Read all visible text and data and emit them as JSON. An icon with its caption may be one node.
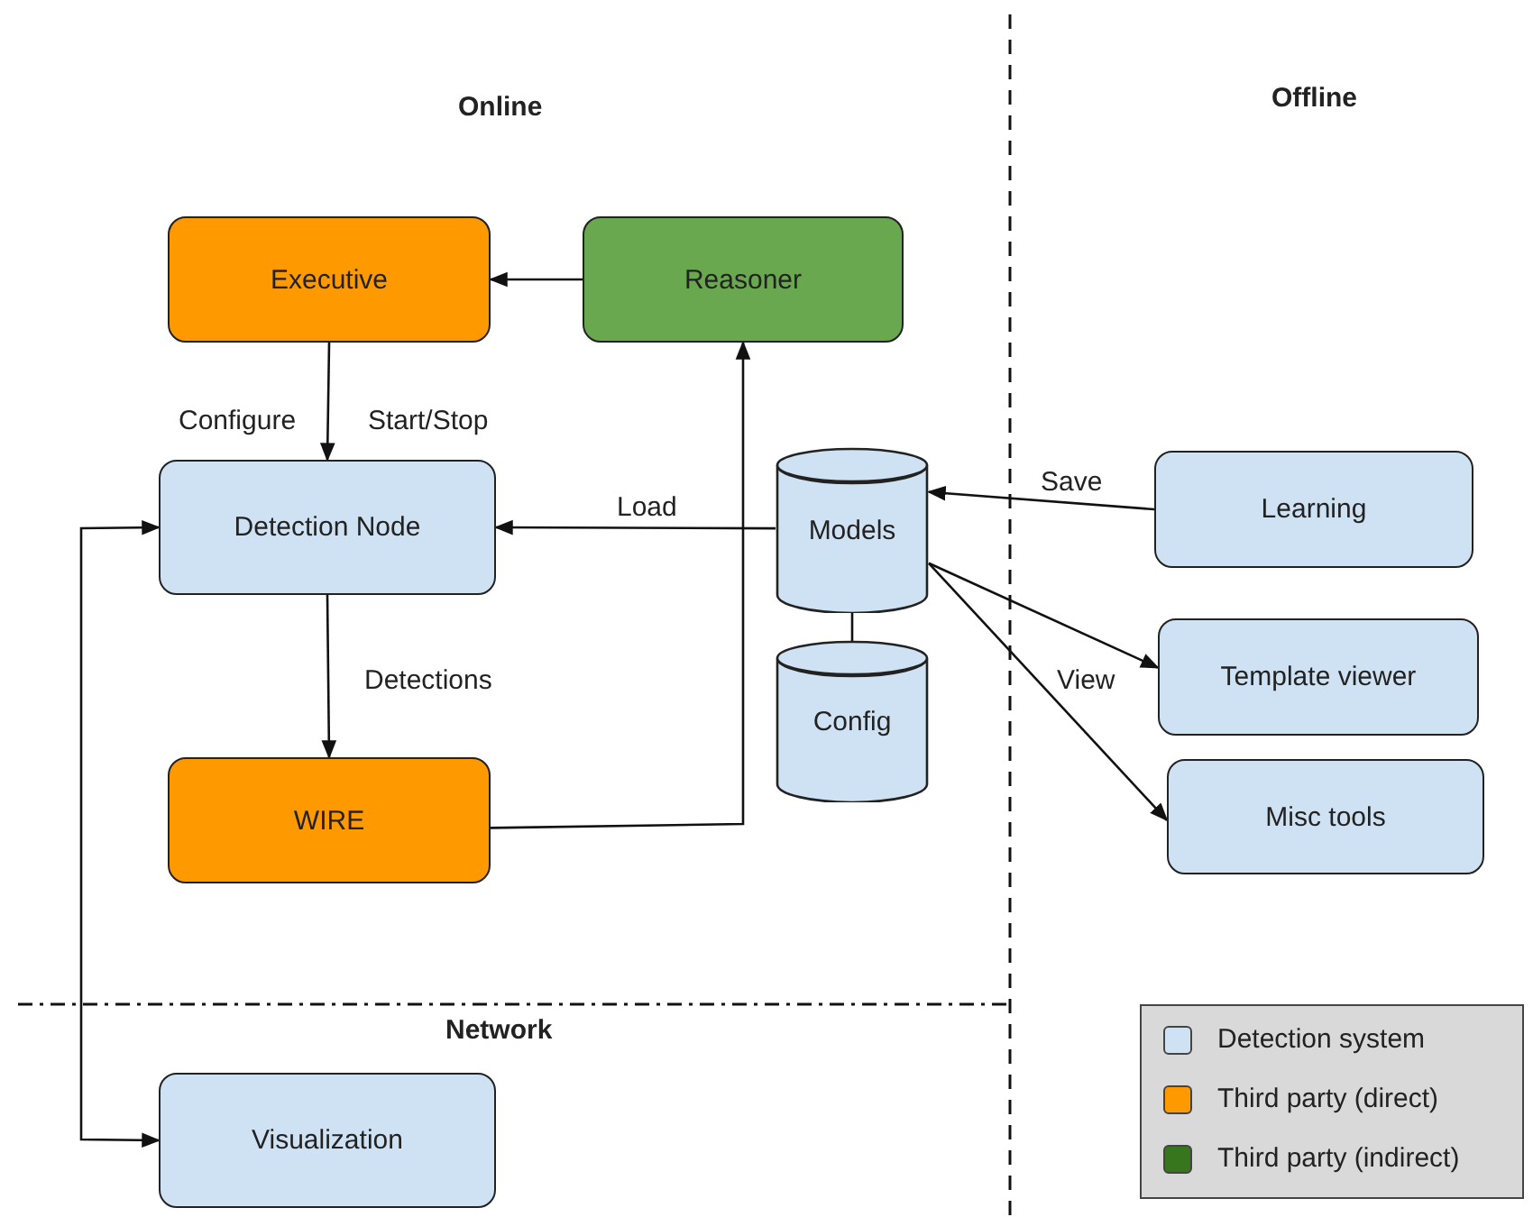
{
  "diagram": {
    "nodes": [
      {
        "text": [
          "Executive"
        ]
      },
      {
        "text": [
          "Reasoner"
        ]
      },
      {
        "text": [
          "Detection Node"
        ]
      },
      {
        "text": [
          "WIRE"
        ]
      },
      {
        "text": [
          "Models"
        ]
      },
      {
        "text": [
          "Config"
        ]
      },
      {
        "text": [
          "Learning"
        ]
      },
      {
        "text": [
          "Template viewer"
        ]
      },
      {
        "text": [
          "Misc tools"
        ]
      },
      {
        "text": [
          "Visualization"
        ]
      }
    ],
    "edges": [
      {
        "from": 1,
        "to": 0,
        "arrow": "to"
      },
      {
        "from": 0,
        "to": 2,
        "arrow": "to"
      },
      {
        "from": 4,
        "to": 2,
        "arrow": "to",
        "label": "Load"
      },
      {
        "from": 2,
        "to": 3,
        "arrow": "to",
        "label": "Detections"
      },
      {
        "from": 3,
        "to": 1,
        "arrow": "to"
      },
      {
        "from": 6,
        "to": 4,
        "arrow": "to",
        "label": "Save"
      },
      {
        "from": 4,
        "to": 7,
        "arrow": "to",
        "label": "View"
      },
      {
        "from": 4,
        "to": 8,
        "arrow": "to"
      },
      {
        "from": 4,
        "to": 5,
        "arrow": "none"
      },
      {
        "from": 2,
        "to": 9,
        "arrow": "both"
      }
    ],
    "labels": [
      "Online",
      "Offline",
      "Configure",
      "Start/Stop",
      "Network"
    ],
    "legend": [
      {
        "text": "Detection system",
        "color": "#cfe2f3"
      },
      {
        "text": "Third party (direct)",
        "color": "#ff9900"
      },
      {
        "text": "Third party (indirect)",
        "color": "#38761d"
      }
    ]
  }
}
